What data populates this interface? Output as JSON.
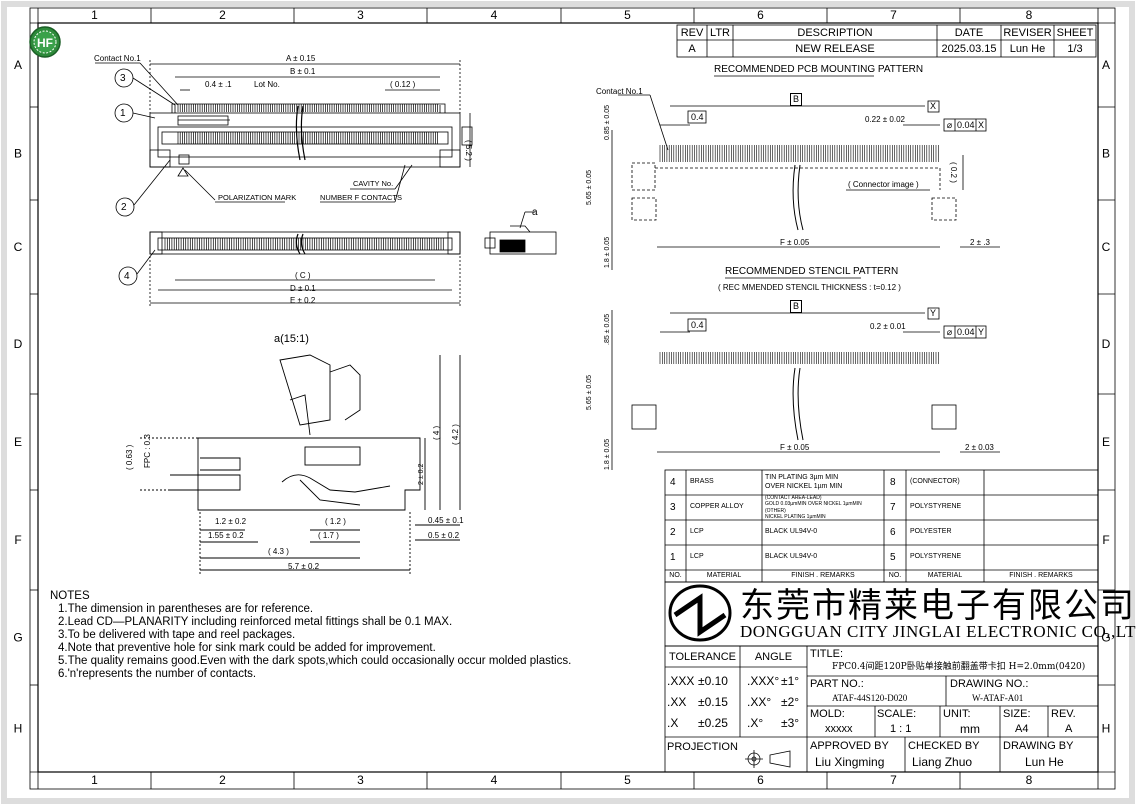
{
  "grid": {
    "cols": [
      "1",
      "2",
      "3",
      "4",
      "5",
      "6",
      "7",
      "8"
    ],
    "rows": [
      "A",
      "B",
      "C",
      "D",
      "E",
      "F",
      "G",
      "H"
    ]
  },
  "logo_text": "HF",
  "revision_table": {
    "headers": [
      "REV",
      "LTR",
      "DESCRIPTION",
      "DATE",
      "REVISER",
      "SHEET"
    ],
    "row": [
      "A",
      "",
      "NEW RELEASE",
      "2025.03.15",
      "Lun He",
      "1/3"
    ]
  },
  "left_view": {
    "contact_no1": "Contact No.1",
    "dim_a": "A ± 0.15",
    "dim_b": "B ± 0.1",
    "pitch": "0.4 ± .1",
    "lot_no": "Lot No.",
    "dim_012": "( 0.12 )",
    "dim_52": "( 5.2 )",
    "polarization": "POLARIZATION MARK",
    "cavity": "CAVITY No.",
    "number_contacts": "NUMBER  F CONTACTS",
    "dim_c": "( C )",
    "dim_d": "D ± 0.1",
    "dim_e": "E ± 0.2",
    "balloons": [
      "1",
      "2",
      "3",
      "4"
    ],
    "detail_a": "a"
  },
  "detail_view": {
    "title": "a(15:1)",
    "d063": "( 0.63 )",
    "fpc": "FPC : 0.3",
    "d4": "( 4 )",
    "d42": "( 4.2 )",
    "d2": "2 ± 0.2",
    "d12a": "1.2 ± 0.2",
    "d12b": "( 1.2 )",
    "d155": "1.55 ± 0.2",
    "d17": "( 1.7 )",
    "d43": "( 4.3 )",
    "d57": "5.7 ± 0.2",
    "d045": "0.45 ± 0.1",
    "d05": "0.5 ± 0.2"
  },
  "pcb_pattern": {
    "title": "RECOMMENDED PCB MOUNTING PATTERN",
    "contact_no1": "Contact No.1",
    "b": "B",
    "x": "X",
    "pitch": "0.4",
    "width": "0.22 ± 0.02",
    "tol": "0.04",
    "tol_ref": "X",
    "dia": "⌀",
    "d085": "0.85 ± 0.05",
    "d565": "5.65 ± 0.05",
    "d18": "1.8 ± 0.05",
    "image": "( Connector image )",
    "d02": "( 0.2 )",
    "f": "F ± 0.05",
    "d2": "2 ± .3"
  },
  "stencil_pattern": {
    "title": "RECOMMENDED STENCIL PATTERN",
    "subtitle": "( REC MMENDED STENCIL THICKNESS : t=0.12 )",
    "b": "B",
    "y": "Y",
    "pitch": "0.4",
    "width": "0.2 ± 0.01",
    "tol": "0.04",
    "tol_ref": "Y",
    "dia": "⌀",
    "d085": ".85 ± 0.05",
    "d565": "5.65 ± 0.05",
    "d18": "1.8 ± 0.05",
    "f": "F ± 0.05",
    "d2": "2 ± 0.03"
  },
  "notes": {
    "title": "NOTES",
    "lines": [
      "1.The dimension in parentheses are for reference.",
      "2.Lead CD—PLANARITY including reinforced metal fittings shall be 0.1 MAX.",
      "3.To be delivered with tape and reel packages.",
      "4.Note that preventive hole for sink mark could be added for improvement.",
      "5.The quality remains good.Even with the dark spots,which could occasionally occur molded plastics.",
      "6.'n'represents the number of contacts."
    ]
  },
  "materials": {
    "rows": [
      {
        "no": "4",
        "material": "BRASS",
        "finish": [
          "TIN PLATING 3µm MIN",
          "OVER NICKEL 1µm MIN"
        ],
        "no2": "8",
        "material2": "(CONNECTOR)",
        "finish2": ""
      },
      {
        "no": "3",
        "material": "COPPER ALLOY",
        "finish": [
          "(CONTACT AREA-LEAD)",
          "GOLD 0.03µmMIN OVER NICKEL 1µmMIN",
          "(OTHER)",
          "NICKEL PLATING 1µmMIN"
        ],
        "no2": "7",
        "material2": "POLYSTYRENE",
        "finish2": ""
      },
      {
        "no": "2",
        "material": "LCP",
        "finish": [
          "BLACK   UL94V-0"
        ],
        "no2": "6",
        "material2": "POLYESTER",
        "finish2": ""
      },
      {
        "no": "1",
        "material": "LCP",
        "finish": [
          "BLACK   UL94V-0"
        ],
        "no2": "5",
        "material2": "POLYSTYRENE",
        "finish2": ""
      }
    ],
    "headers": [
      "NO.",
      "MATERIAL",
      "FINISH . REMARKS",
      "NO.",
      "MATERIAL",
      "FINISH . REMARKS"
    ]
  },
  "company": {
    "cn": "东莞市精莱电子有限公司",
    "en": "DONGGUAN CITY JINGLAI ELECTRONIC CO.,LTD."
  },
  "title_block": {
    "tolerance": "TOLERANCE",
    "angle": "ANGLE",
    "tol_rows": [
      {
        "k": ".XXX",
        "v": "±0.10",
        "ak": ".XXX°",
        "av": "±1°"
      },
      {
        "k": ".XX",
        "v": "±0.15",
        "ak": ".XX°",
        "av": "±2°"
      },
      {
        "k": ".X",
        "v": "±0.25",
        "ak": ".X°",
        "av": "±3°"
      }
    ],
    "title_label": "TITLE:",
    "title_value": "FPC0.4间距120P卧贴单接触前翻盖带卡扣 H=2.0mm(0420)",
    "part_label": "PART NO.:",
    "part_value": "ATAF-44S120-D020",
    "drawing_label": "DRAWING NO.:",
    "drawing_value": "W-ATAF-A01",
    "mold_label": "MOLD:",
    "mold_value": "xxxxx",
    "scale_label": "SCALE:",
    "scale_value": "1 : 1",
    "unit_label": "UNIT:",
    "unit_value": "mm",
    "size_label": "SIZE:",
    "size_value": "A4",
    "rev_label": "REV.",
    "rev_value": "A",
    "projection": "PROJECTION",
    "approved_label": "APPROVED BY",
    "approved_value": "Liu Xingming",
    "checked_label": "CHECKED BY",
    "checked_value": "Liang Zhuo",
    "drawn_label": "DRAWING BY",
    "drawn_value": "Lun He"
  }
}
